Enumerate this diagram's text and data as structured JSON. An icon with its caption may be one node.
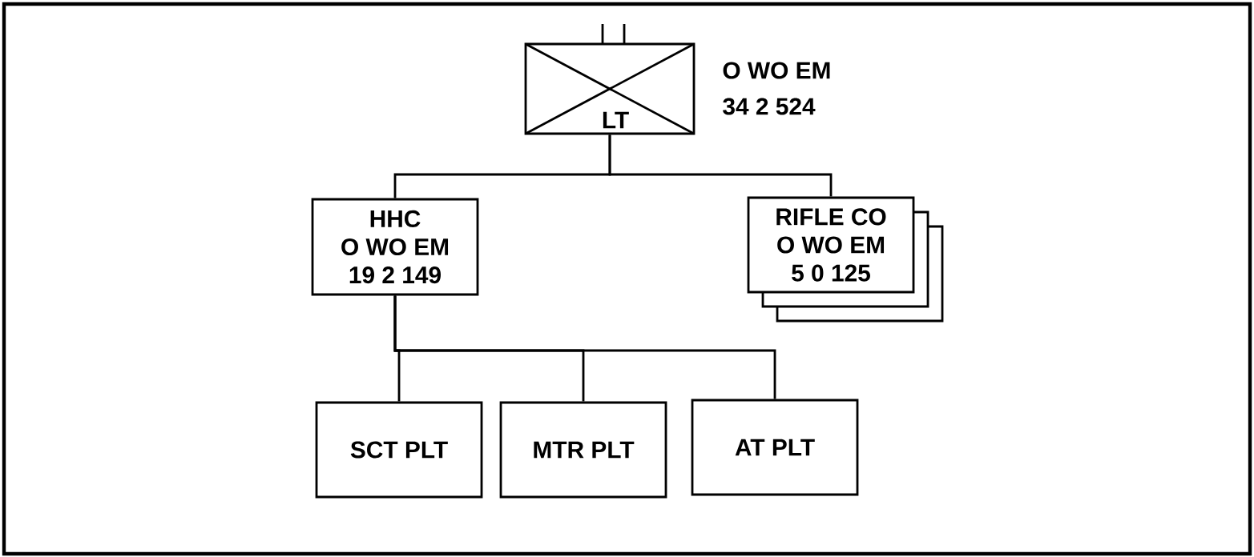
{
  "diagram": {
    "nodes": [
      {
        "text": [
          "LT"
        ],
        "beside": [
          "O WO EM",
          "34 2 524"
        ]
      },
      {
        "text": [
          "HHC",
          "O WO EM",
          "19 2 149"
        ]
      },
      {
        "text": [
          "RIFLE CO",
          "O WO EM",
          "5 0 125"
        ]
      },
      {
        "text": [
          "SCT PLT"
        ]
      },
      {
        "text": [
          "MTR PLT"
        ]
      },
      {
        "text": [
          "AT PLT"
        ]
      }
    ],
    "edges": [
      {
        "from": 0,
        "to": 1,
        "arrow": "none"
      },
      {
        "from": 0,
        "to": 2,
        "arrow": "none"
      },
      {
        "from": 1,
        "to": 3,
        "arrow": "none"
      },
      {
        "from": 1,
        "to": 4,
        "arrow": "none"
      },
      {
        "from": 1,
        "to": 5,
        "arrow": "none"
      }
    ]
  }
}
